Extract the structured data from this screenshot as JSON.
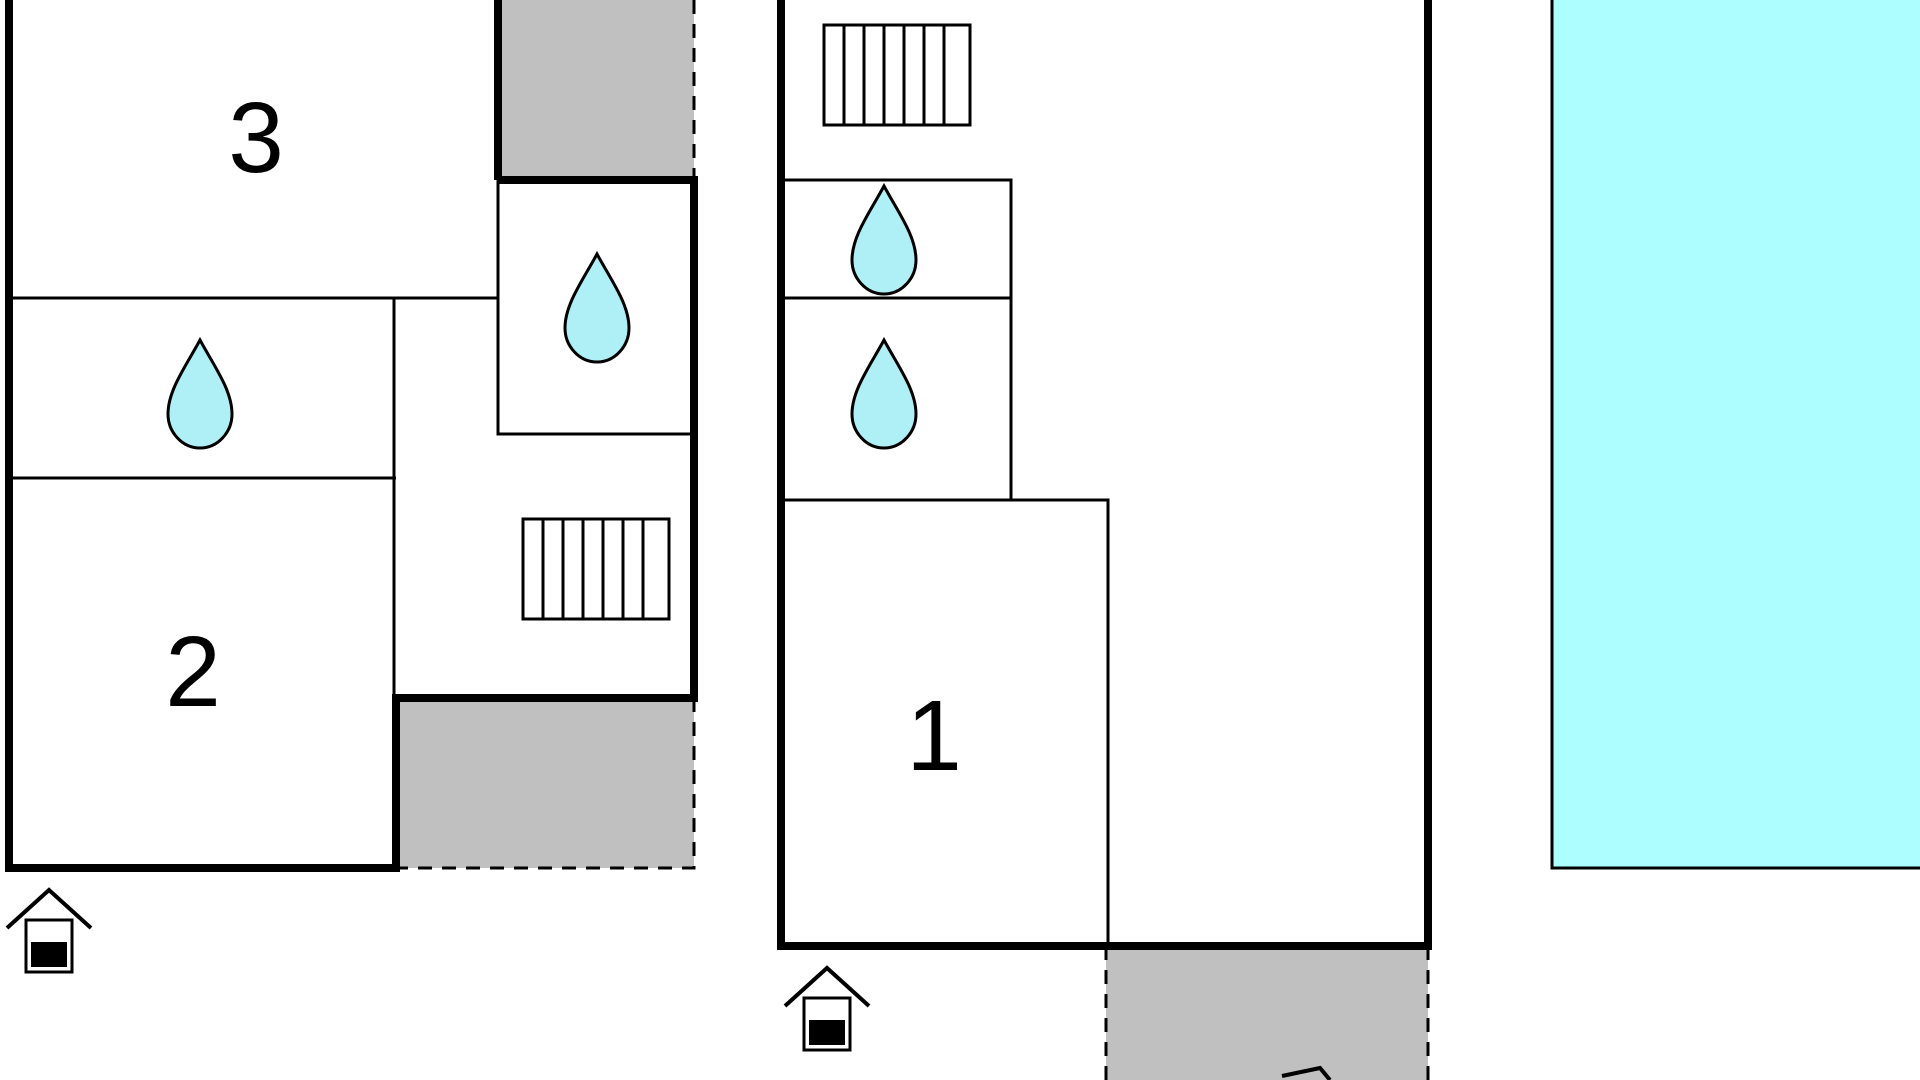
{
  "floorplan": {
    "rooms": [
      {
        "label": "3",
        "kind": "bedroom"
      },
      {
        "label": "2",
        "kind": "bedroom"
      },
      {
        "label": "1",
        "kind": "bedroom"
      }
    ],
    "icons": [
      {
        "name": "water-drop-icon",
        "meaning": "bathroom",
        "count": 4
      },
      {
        "name": "stairs-icon",
        "meaning": "staircase",
        "count": 2
      },
      {
        "name": "entrance-icon",
        "meaning": "entrance",
        "count": 2
      }
    ],
    "areas": [
      {
        "name": "terrace",
        "style": "grey-dashed"
      },
      {
        "name": "pool",
        "style": "cyan"
      }
    ]
  },
  "colors": {
    "wall": "#000000",
    "terrace": "#c0c0c0",
    "pool": "#adffff",
    "drop_fill": "#aef0f5",
    "background": "#ffffff"
  }
}
